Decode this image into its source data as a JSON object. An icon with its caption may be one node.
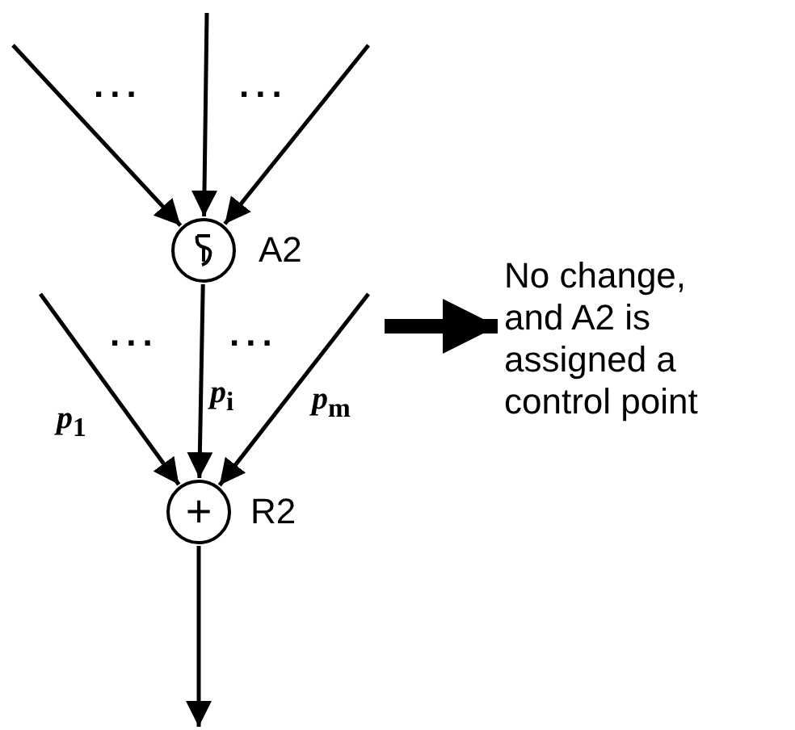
{
  "diagram": {
    "nodes": [
      {
        "text": [],
        "shape": "circle",
        "beside": [
          "A2"
        ]
      },
      {
        "text": [
          "+"
        ],
        "beside": [
          "R2"
        ]
      },
      {
        "text": [
          "No change, and A2 is assigned a control point"
        ]
      }
    ],
    "edges": [
      {
        "from": null,
        "to": 0,
        "arrow": "to"
      },
      {
        "from": null,
        "to": 0,
        "arrow": "to"
      },
      {
        "from": null,
        "to": 0,
        "arrow": "to"
      },
      {
        "from": null,
        "to": 1,
        "arrow": "to",
        "label": "*p*$_{1}$"
      },
      {
        "from": 0,
        "to": 1,
        "arrow": "to",
        "label": "*p*$_{i}$"
      },
      {
        "from": null,
        "to": 1,
        "arrow": "to",
        "label": "*p*$_{m}$"
      },
      {
        "from": null,
        "to": 2,
        "arrow": "to",
        "style": "thick"
      },
      {
        "from": 1,
        "to": null,
        "arrow": "to"
      }
    ],
    "labels": [
      "...",
      "...",
      "...",
      "..."
    ]
  }
}
